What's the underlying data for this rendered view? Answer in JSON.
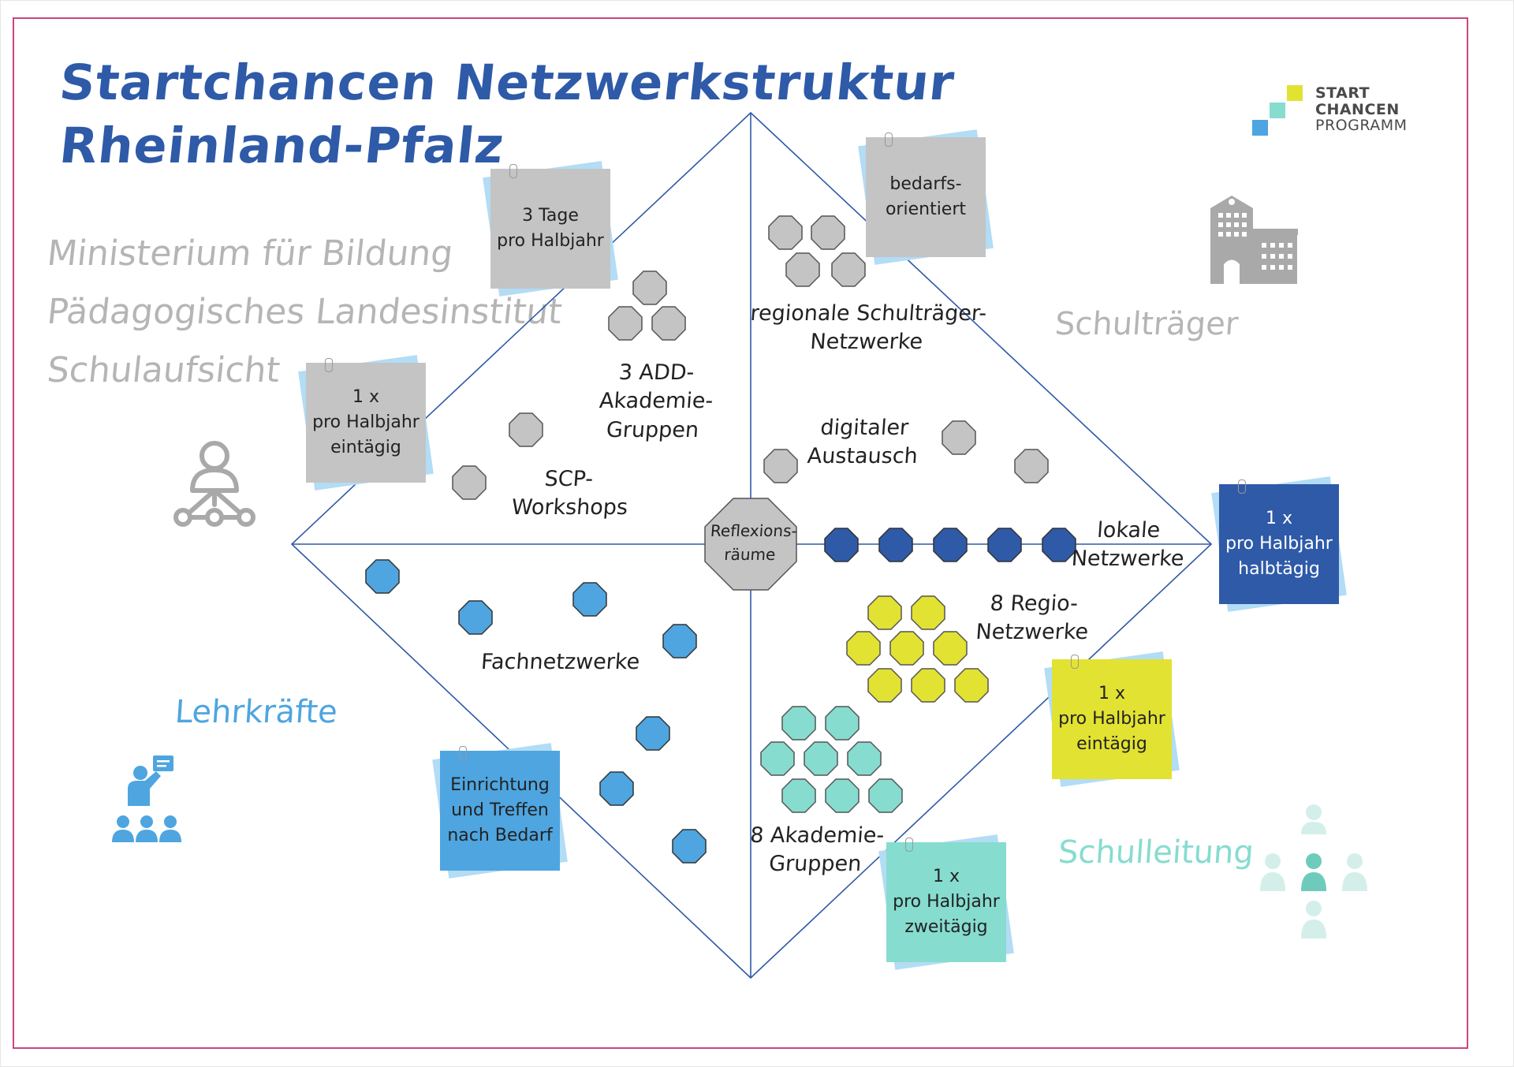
{
  "title": {
    "line1": "Startchancen Netzwerkstruktur",
    "line2": "Rheinland-Pfalz"
  },
  "institutions": [
    "Ministerium für Bildung",
    "Pädagogisches Landesinstitut",
    "Schulaufsicht"
  ],
  "logo": {
    "line1": "START",
    "line2": "CHANCEN",
    "line3": "PROGRAMM",
    "colors": [
      "#e2e232",
      "#86dccf",
      "#4ea5e0"
    ]
  },
  "roles": {
    "schultraeger": "Schulträger",
    "lehrkraefte": "Lehrkräfte",
    "schulleitung": "Schulleitung"
  },
  "center": {
    "label": "Reflexions-\nräume"
  },
  "labels": {
    "add": "3  ADD-\nAkademie-\nGruppen",
    "scp": "SCP-\nWorkshops",
    "regional": "regionale  Schulträger-\nNetzwerke",
    "digital": "digitaler\nAustausch",
    "lokale": "lokale\nNetzwerke",
    "regio": "8  Regio-\nNetzwerke",
    "fach": "Fachnetzwerke",
    "akademie": "8  Akademie-\nGruppen"
  },
  "notes": {
    "n1": "3  Tage\npro  Halbjahr",
    "n2": "bedarfs-\norientiert",
    "n3": "1  x\npro  Halbjahr\neintägig",
    "n4": "1  x\npro  Halbjahr\nhalbtägig",
    "n5": "1  x\npro  Halbjahr\neintägig",
    "n6": "Einrichtung\nund  Treffen\nnach  Bedarf",
    "n7": "1  x\npro  Halbjahr\nzweitägig"
  },
  "colors": {
    "gray": "#c4c4c4",
    "dark_blue": "#2e5aa8",
    "light_blue": "#4ea5e0",
    "yellow": "#e2e232",
    "mint": "#86dccf",
    "frame": "#c9467f",
    "note_back": "#b3dcf5"
  },
  "icons": [
    "ministry-network-icon",
    "school-building-icon",
    "teacher-class-icon",
    "school-leadership-icon"
  ]
}
